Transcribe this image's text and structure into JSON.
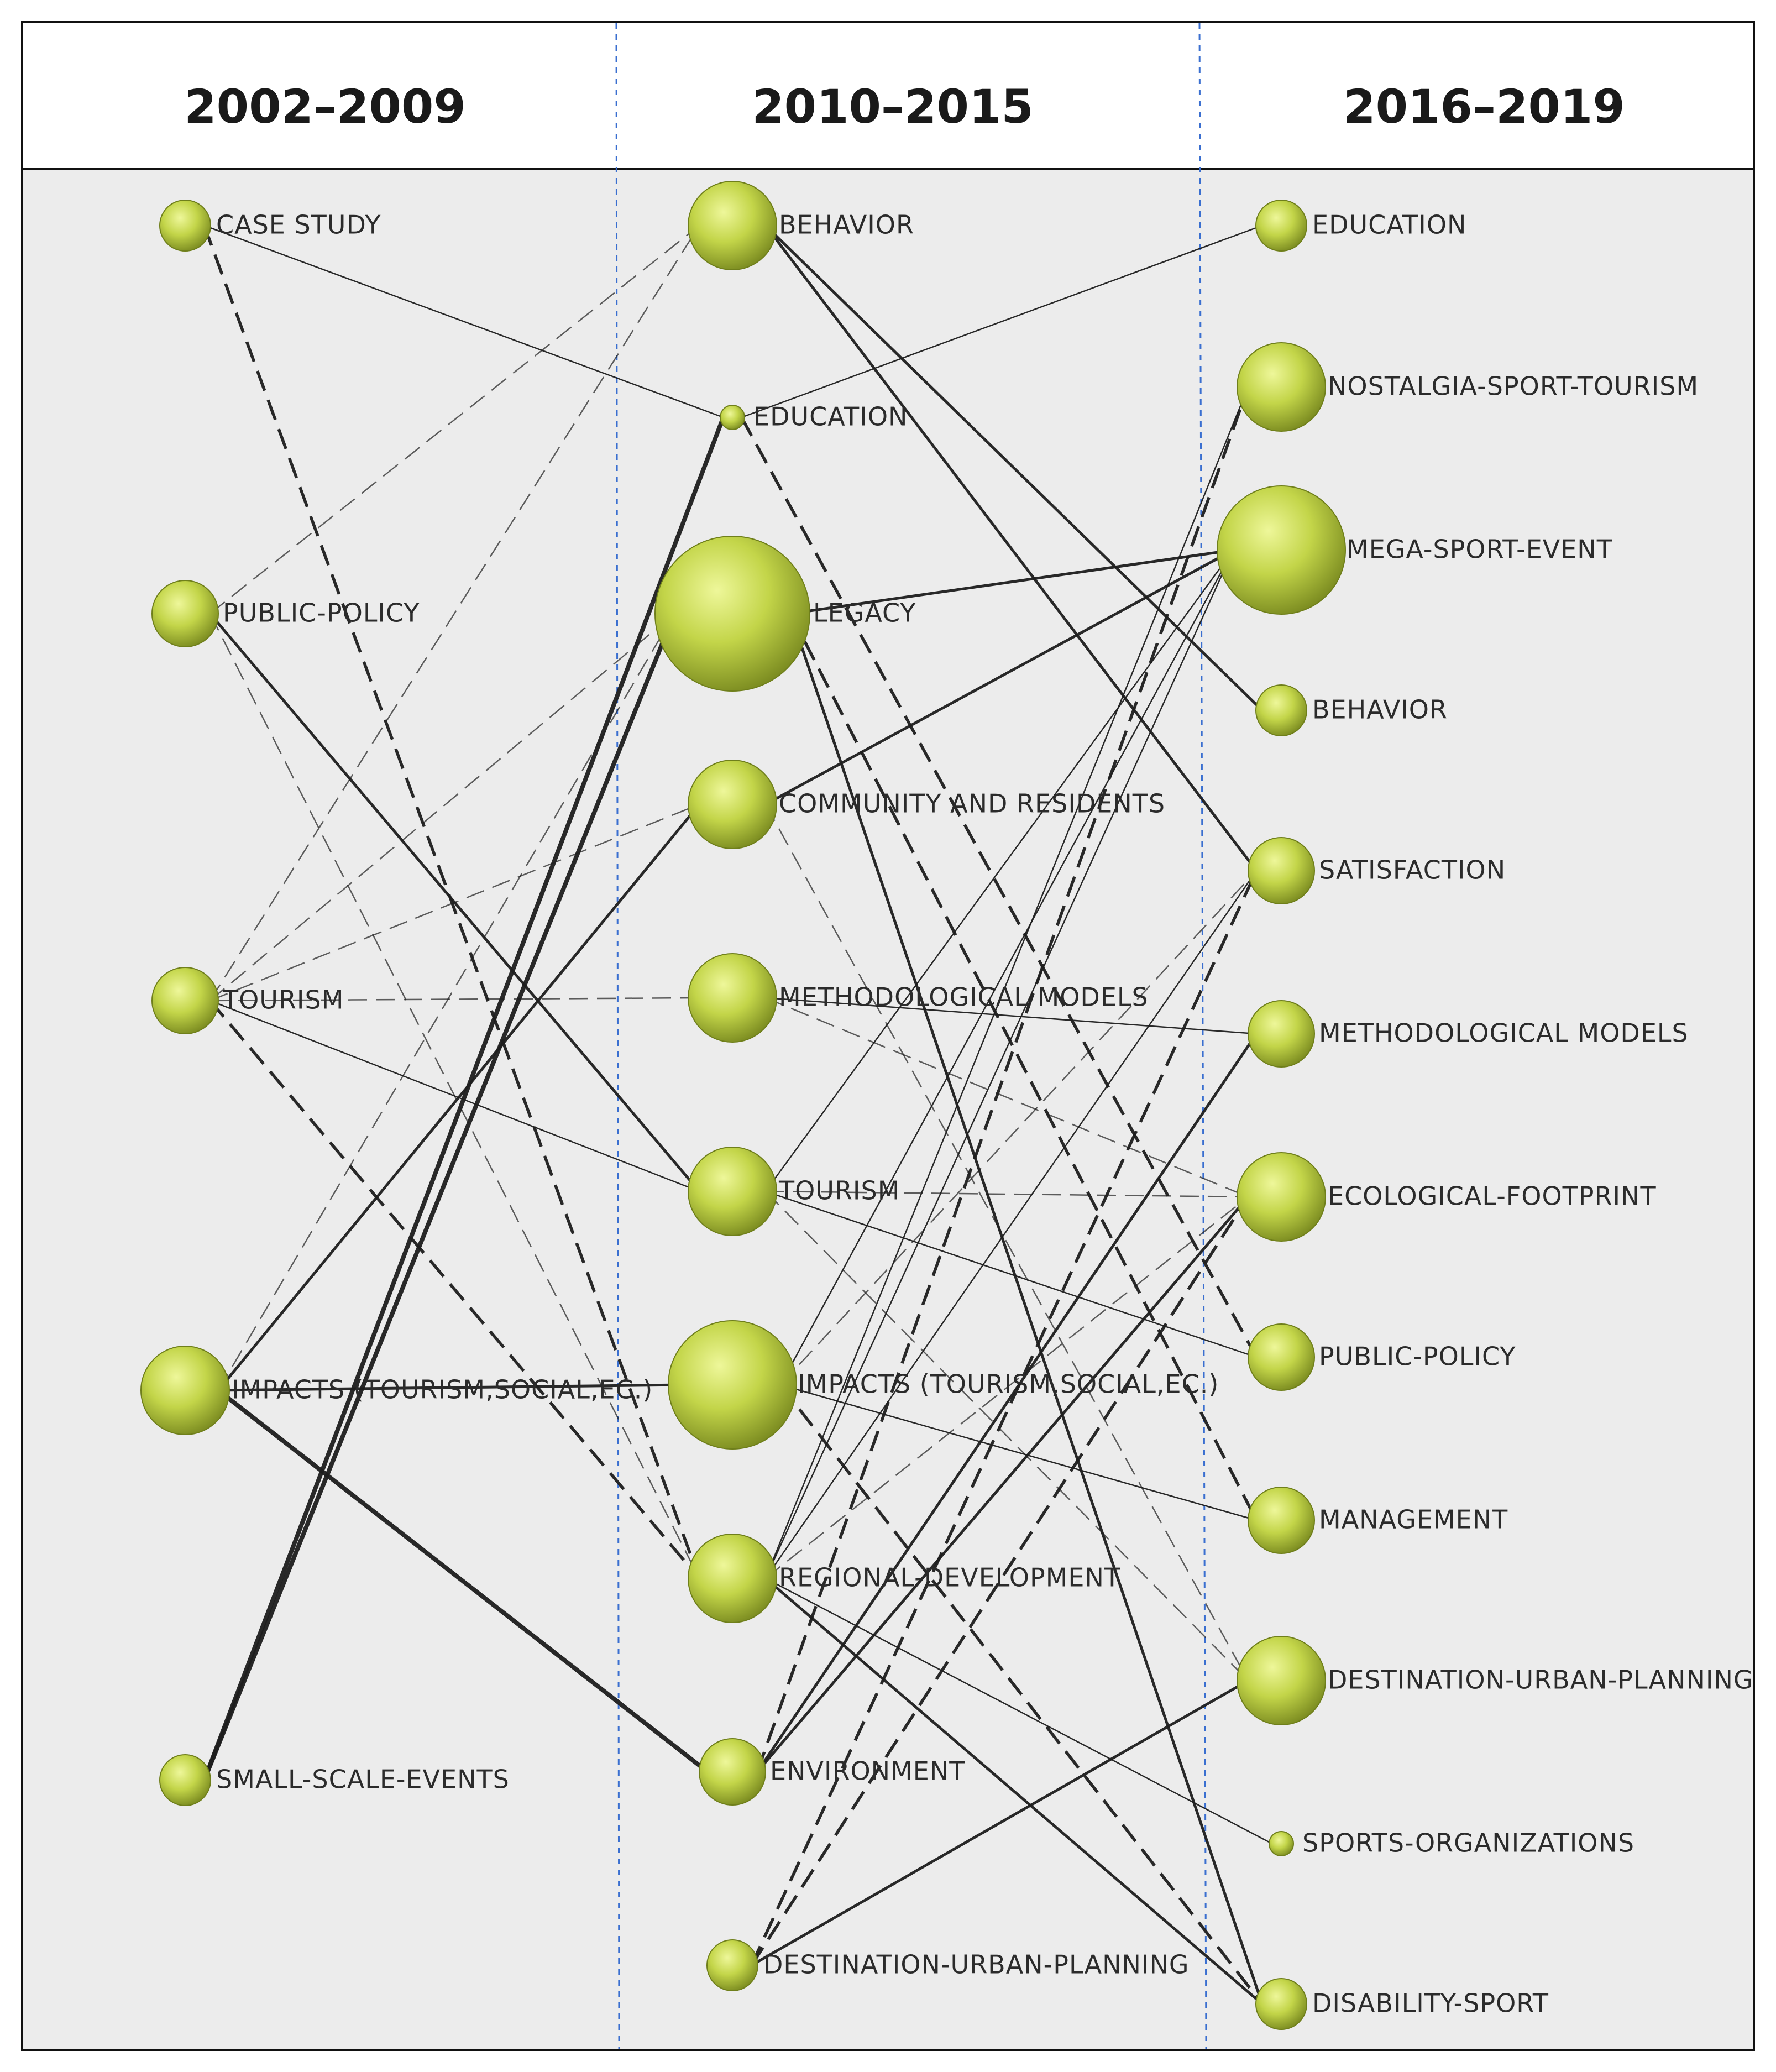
{
  "periods": [
    {
      "title": "2002–2009",
      "nodes": [
        {
          "id": "p1_case_study",
          "label": "CASE STUDY",
          "size": "small"
        },
        {
          "id": "p1_public_policy",
          "label": "PUBLIC-POLICY",
          "size": "medium"
        },
        {
          "id": "p1_tourism",
          "label": "TOURISM",
          "size": "medium"
        },
        {
          "id": "p1_impacts",
          "label": "IMPACTS (TOURISM,SOCIAL,EC.)",
          "size": "large"
        },
        {
          "id": "p1_small_scale_events",
          "label": "SMALL-SCALE-EVENTS",
          "size": "small"
        }
      ]
    },
    {
      "title": "2010–2015",
      "nodes": [
        {
          "id": "p2_behavior",
          "label": "BEHAVIOR",
          "size": "large"
        },
        {
          "id": "p2_education",
          "label": "EDUCATION",
          "size": "tiny"
        },
        {
          "id": "p2_legacy",
          "label": "LEGACY",
          "size": "xxlarge"
        },
        {
          "id": "p2_community",
          "label": "COMMUNITY AND RESIDENTS",
          "size": "large"
        },
        {
          "id": "p2_methodological",
          "label": "METHODOLOGICAL MODELS",
          "size": "large"
        },
        {
          "id": "p2_tourism",
          "label": "TOURISM",
          "size": "large"
        },
        {
          "id": "p2_impacts",
          "label": "IMPACTS (TOURISM,SOCIAL,EC.)",
          "size": "xlarge"
        },
        {
          "id": "p2_regional",
          "label": "REGIONAL-DEVELOPMENT",
          "size": "large"
        },
        {
          "id": "p2_environment",
          "label": "ENVIRONMENT",
          "size": "medium"
        },
        {
          "id": "p2_destination",
          "label": "DESTINATION-URBAN-PLANNING",
          "size": "small"
        }
      ]
    },
    {
      "title": "2016–2019",
      "nodes": [
        {
          "id": "p3_education",
          "label": "EDUCATION",
          "size": "small"
        },
        {
          "id": "p3_nostalgia",
          "label": "NOSTALGIA-SPORT-TOURISM",
          "size": "large"
        },
        {
          "id": "p3_mega",
          "label": "MEGA-SPORT-EVENT",
          "size": "xlarge"
        },
        {
          "id": "p3_behavior",
          "label": "BEHAVIOR",
          "size": "small"
        },
        {
          "id": "p3_satisfaction",
          "label": "SATISFACTION",
          "size": "medium"
        },
        {
          "id": "p3_methodological",
          "label": "METHODOLOGICAL MODELS",
          "size": "medium"
        },
        {
          "id": "p3_ecological",
          "label": "ECOLOGICAL-FOOTPRINT",
          "size": "large"
        },
        {
          "id": "p3_public_policy",
          "label": "PUBLIC-POLICY",
          "size": "medium"
        },
        {
          "id": "p3_management",
          "label": "MANAGEMENT",
          "size": "medium"
        },
        {
          "id": "p3_destination",
          "label": "DESTINATION-URBAN-PLANNING",
          "size": "large"
        },
        {
          "id": "p3_sports_orgs",
          "label": "SPORTS-ORGANIZATIONS",
          "size": "tiny"
        },
        {
          "id": "p3_disability",
          "label": "DISABILITY-SPORT",
          "size": "small"
        }
      ]
    }
  ],
  "edges": [
    {
      "from": "p1_case_study",
      "to": "p2_education",
      "style": "thin"
    },
    {
      "from": "p1_case_study",
      "to": "p2_regional",
      "style": "bold-dashed"
    },
    {
      "from": "p1_public_policy",
      "to": "p2_behavior",
      "style": "light-dashed"
    },
    {
      "from": "p1_public_policy",
      "to": "p2_tourism",
      "style": "solid"
    },
    {
      "from": "p1_public_policy",
      "to": "p2_regional",
      "style": "light-dashed"
    },
    {
      "from": "p1_tourism",
      "to": "p2_behavior",
      "style": "light-dashed"
    },
    {
      "from": "p1_tourism",
      "to": "p2_legacy",
      "style": "light-dashed"
    },
    {
      "from": "p1_tourism",
      "to": "p2_community",
      "style": "light-dashed"
    },
    {
      "from": "p1_tourism",
      "to": "p2_methodological",
      "style": "light-dashed"
    },
    {
      "from": "p1_tourism",
      "to": "p2_tourism",
      "style": "thin"
    },
    {
      "from": "p1_tourism",
      "to": "p2_regional",
      "style": "bold-dashed"
    },
    {
      "from": "p1_impacts",
      "to": "p2_legacy",
      "style": "light-dashed"
    },
    {
      "from": "p1_impacts",
      "to": "p2_community",
      "style": "solid"
    },
    {
      "from": "p1_impacts",
      "to": "p2_impacts",
      "style": "solid"
    },
    {
      "from": "p1_impacts",
      "to": "p2_environment",
      "style": "heavy"
    },
    {
      "from": "p1_small_scale_events",
      "to": "p2_education",
      "style": "heavy"
    },
    {
      "from": "p1_small_scale_events",
      "to": "p2_legacy",
      "style": "heavy"
    },
    {
      "from": "p2_behavior",
      "to": "p3_behavior",
      "style": "solid"
    },
    {
      "from": "p2_behavior",
      "to": "p3_satisfaction",
      "style": "solid"
    },
    {
      "from": "p2_education",
      "to": "p3_education",
      "style": "thin"
    },
    {
      "from": "p2_education",
      "to": "p3_public_policy",
      "style": "bold-dashed"
    },
    {
      "from": "p2_legacy",
      "to": "p3_mega",
      "style": "solid"
    },
    {
      "from": "p2_legacy",
      "to": "p3_disability",
      "style": "solid"
    },
    {
      "from": "p2_legacy",
      "to": "p3_management",
      "style": "bold-dashed"
    },
    {
      "from": "p2_community",
      "to": "p3_mega",
      "style": "solid"
    },
    {
      "from": "p2_community",
      "to": "p3_destination",
      "style": "light-dashed"
    },
    {
      "from": "p2_methodological",
      "to": "p3_methodological",
      "style": "thin"
    },
    {
      "from": "p2_methodological",
      "to": "p3_ecological",
      "style": "light-dashed"
    },
    {
      "from": "p2_tourism",
      "to": "p3_ecological",
      "style": "light-dashed"
    },
    {
      "from": "p2_tourism",
      "to": "p3_public_policy",
      "style": "thin"
    },
    {
      "from": "p2_tourism",
      "to": "p3_mega",
      "style": "thin"
    },
    {
      "from": "p2_tourism",
      "to": "p3_destination",
      "style": "light-dashed"
    },
    {
      "from": "p2_impacts",
      "to": "p3_management",
      "style": "thin"
    },
    {
      "from": "p2_impacts",
      "to": "p3_mega",
      "style": "thin"
    },
    {
      "from": "p2_impacts",
      "to": "p3_disability",
      "style": "bold-dashed"
    },
    {
      "from": "p2_impacts",
      "to": "p3_satisfaction",
      "style": "light-dashed"
    },
    {
      "from": "p2_regional",
      "to": "p3_nostalgia",
      "style": "thin"
    },
    {
      "from": "p2_regional",
      "to": "p3_mega",
      "style": "thin"
    },
    {
      "from": "p2_regional",
      "to": "p3_satisfaction",
      "style": "thin"
    },
    {
      "from": "p2_regional",
      "to": "p3_ecological",
      "style": "light-dashed"
    },
    {
      "from": "p2_regional",
      "to": "p3_disability",
      "style": "solid"
    },
    {
      "from": "p2_regional",
      "to": "p3_sports_orgs",
      "style": "thin"
    },
    {
      "from": "p2_environment",
      "to": "p3_methodological",
      "style": "solid"
    },
    {
      "from": "p2_environment",
      "to": "p3_ecological",
      "style": "solid"
    },
    {
      "from": "p2_environment",
      "to": "p3_nostalgia",
      "style": "bold-dashed"
    },
    {
      "from": "p2_destination",
      "to": "p3_destination",
      "style": "solid"
    },
    {
      "from": "p2_destination",
      "to": "p3_ecological",
      "style": "bold-dashed"
    },
    {
      "from": "p2_destination",
      "to": "p3_satisfaction",
      "style": "bold-dashed"
    }
  ],
  "colors": {
    "node_fill": "#bfd247",
    "node_dark": "#6f7f1b",
    "node_highlight": "#e9f58c",
    "panel_background": "#ececec",
    "header_background": "#ffffff",
    "divider": "#3a6fd0",
    "edge": "#1e1e1e"
  }
}
